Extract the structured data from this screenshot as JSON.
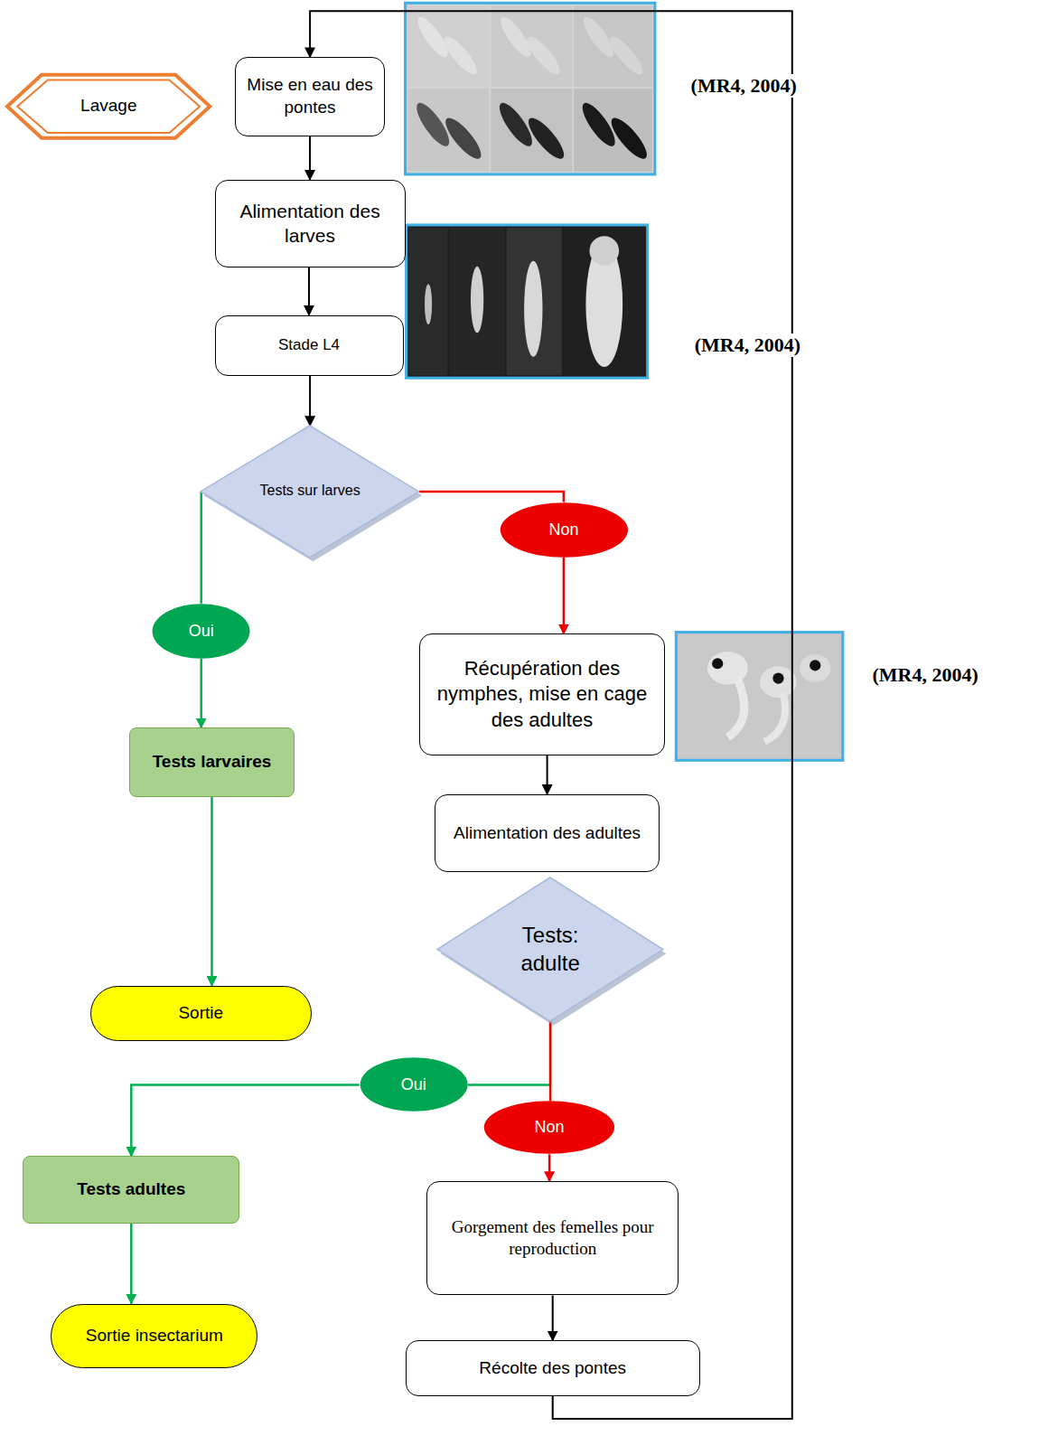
{
  "diagram": {
    "nodes": [
      {
        "text": [
          "Lavage"
        ]
      },
      {
        "text": [
          "Mise en eau des pontes"
        ]
      },
      {
        "text": [
          "Alimentation des larves"
        ]
      },
      {
        "text": [
          "Stade L4"
        ]
      },
      {
        "text": [
          "Tests sur larves"
        ]
      },
      {
        "text": [
          "Oui"
        ]
      },
      {
        "text": [
          "Non"
        ]
      },
      {
        "text": [
          "Tests larvaires"
        ]
      },
      {
        "text": [
          "Récupération des nymphes, mise en cage des adultes"
        ]
      },
      {
        "text": [
          "Alimentation des adultes"
        ]
      },
      {
        "text": [
          "Sortie"
        ]
      },
      {
        "text": [
          "Tests: adulte"
        ]
      },
      {
        "text": [
          "Oui"
        ]
      },
      {
        "text": [
          "Non"
        ]
      },
      {
        "text": [
          "Tests adultes"
        ]
      },
      {
        "text": [
          "Gorgement des femelles pour reproduction"
        ]
      },
      {
        "text": [
          "Sortie insectarium"
        ]
      },
      {
        "text": [
          "Récolte des pontes"
        ]
      }
    ],
    "edges": [
      {
        "from": 1,
        "to": 2,
        "arrow": "to"
      },
      {
        "from": 2,
        "to": 3,
        "arrow": "to"
      },
      {
        "from": 3,
        "to": 4,
        "arrow": "to"
      },
      {
        "from": 4,
        "to": 5,
        "arrow": "none"
      },
      {
        "from": 4,
        "to": 6,
        "arrow": "none"
      },
      {
        "from": 6,
        "to": 8,
        "arrow": "to"
      },
      {
        "from": 5,
        "to": 7,
        "arrow": "to"
      },
      {
        "from": 7,
        "to": 10,
        "arrow": "to"
      },
      {
        "from": 8,
        "to": 9,
        "arrow": "to"
      },
      {
        "from": 11,
        "to": 12,
        "arrow": "none"
      },
      {
        "from": 11,
        "to": 13,
        "arrow": "none"
      },
      {
        "from": 12,
        "to": 14,
        "arrow": "to"
      },
      {
        "from": 14,
        "to": 16,
        "arrow": "to"
      },
      {
        "from": 13,
        "to": 15,
        "arrow": "to"
      },
      {
        "from": 15,
        "to": 17,
        "arrow": "to"
      },
      {
        "from": 17,
        "to": 1,
        "arrow": "to"
      }
    ],
    "labels": [
      "(MR4, 2004)",
      "(MR4, 2004)",
      "(MR4, 2004)"
    ]
  }
}
